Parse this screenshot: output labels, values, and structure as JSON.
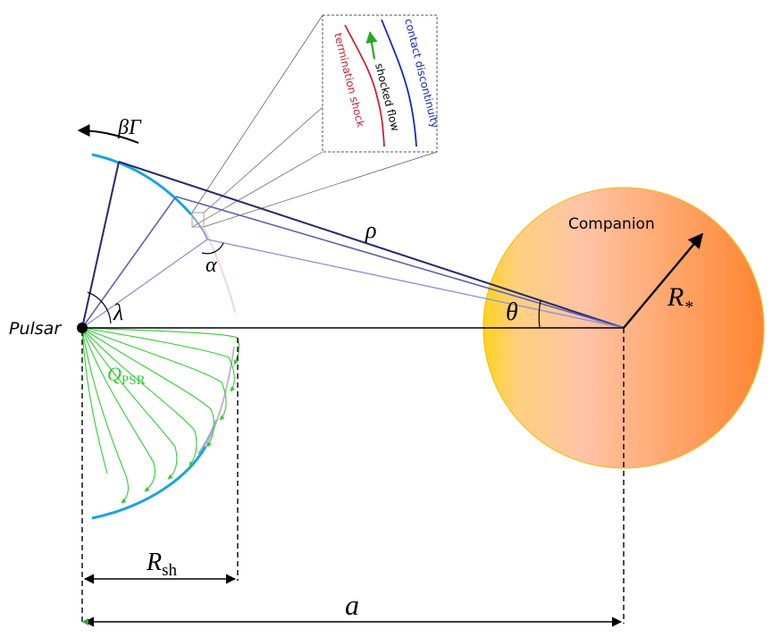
{
  "labels": {
    "pulsar": "Pulsar",
    "companion": "Companion",
    "beta_gamma": "βΓ",
    "rho": "ρ",
    "alpha": "α",
    "lambda": "λ",
    "theta": "θ",
    "r_star": "R",
    "r_star_sub": "*",
    "q_psr": "Q",
    "q_psr_sub": "PSR",
    "r_sh": "R",
    "r_sh_sub": "sh",
    "a": "a"
  },
  "inset": {
    "termination_shock": "termination shock",
    "shocked_flow": "shocked flow",
    "contact_discontinuity": "contact discontinuity"
  },
  "colors": {
    "shock_cyan": "#1aa3e0",
    "pulsar_wind": "#33cc33",
    "companion_left": "#ffd21f",
    "companion_mid": "#ffc4a6",
    "companion_right": "#ff8530",
    "companion_edge": "#f0c020",
    "termination_shock": "#d42035",
    "contact_discontinuity": "#1428c8",
    "ray_dark": "#262a6b",
    "ray_mid": "#5a64b4",
    "ray_light": "#8a90d0"
  }
}
